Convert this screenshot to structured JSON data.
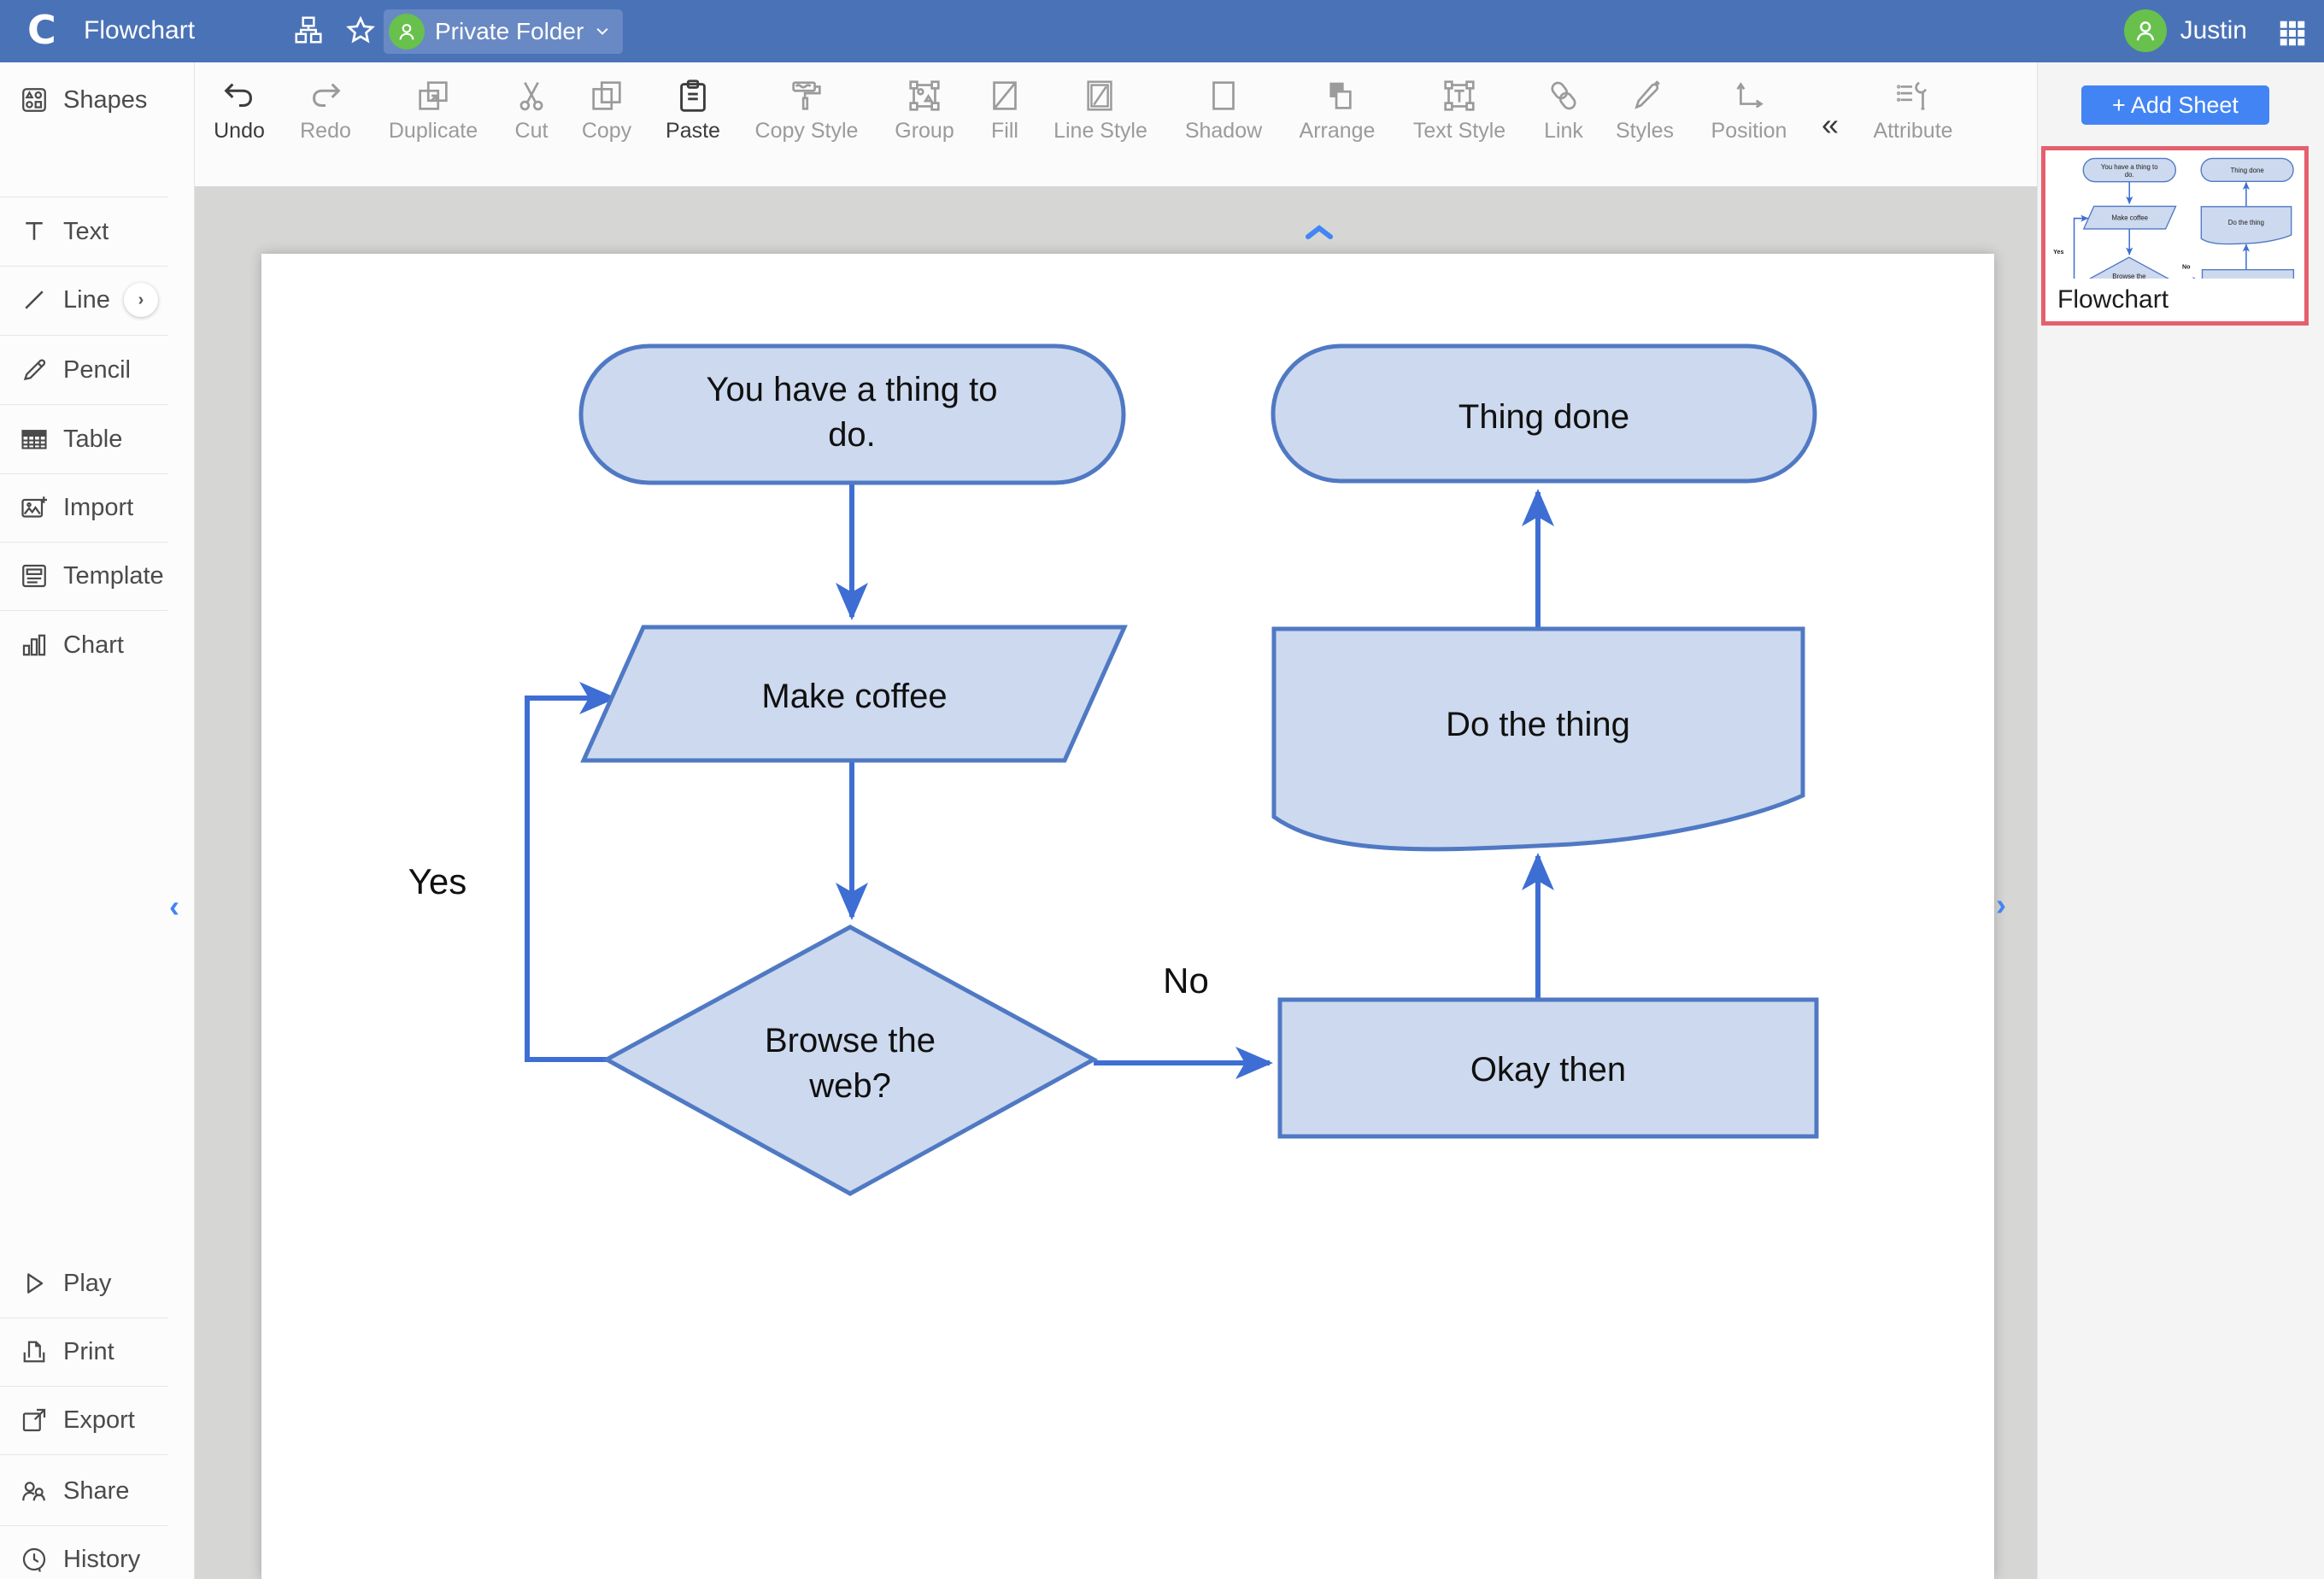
{
  "topbar": {
    "logo_letter": "C",
    "title": "Flowchart",
    "folder_button": "Private Folder",
    "user_name": "Justin"
  },
  "toolbar": {
    "items": [
      {
        "label": "Undo",
        "enabled": true
      },
      {
        "label": "Redo",
        "enabled": false
      },
      {
        "label": "Duplicate",
        "enabled": false
      },
      {
        "label": "Cut",
        "enabled": false
      },
      {
        "label": "Copy",
        "enabled": false
      },
      {
        "label": "Paste",
        "enabled": true
      },
      {
        "label": "Copy Style",
        "enabled": false
      },
      {
        "label": "Group",
        "enabled": false
      },
      {
        "label": "Fill",
        "enabled": false
      },
      {
        "label": "Line Style",
        "enabled": false
      },
      {
        "label": "Shadow",
        "enabled": false
      },
      {
        "label": "Arrange",
        "enabled": false
      },
      {
        "label": "Text Style",
        "enabled": false
      },
      {
        "label": "Link",
        "enabled": false
      },
      {
        "label": "Styles",
        "enabled": false
      },
      {
        "label": "Position",
        "enabled": false
      },
      {
        "label": "Attribute",
        "enabled": false
      }
    ],
    "collapse_glyph": "«"
  },
  "sidebar": {
    "top_items": [
      {
        "label": "Shapes"
      },
      {
        "label": "Text"
      },
      {
        "label": "Line"
      },
      {
        "label": "Pencil"
      },
      {
        "label": "Table"
      },
      {
        "label": "Import"
      },
      {
        "label": "Template"
      },
      {
        "label": "Chart"
      }
    ],
    "bottom_items": [
      {
        "label": "Play"
      },
      {
        "label": "Print"
      },
      {
        "label": "Export"
      },
      {
        "label": "Share"
      },
      {
        "label": "History"
      }
    ],
    "line_expander_glyph": "›"
  },
  "panel_toggles": {
    "left": "‹",
    "right": "›"
  },
  "right_panel": {
    "add_sheet_label": "+ Add Sheet",
    "sheet_thumb_label": "Flowchart"
  },
  "flowchart": {
    "nodes": {
      "start": {
        "label": "You have a thing to do.",
        "line1": "You have a thing to",
        "line2": "do."
      },
      "done": {
        "label": "Thing done"
      },
      "coffee": {
        "label": "Make coffee"
      },
      "do_thing": {
        "label": "Do the thing"
      },
      "decision": {
        "label": "Browse the web?",
        "line1": "Browse the",
        "line2": "web?"
      },
      "okay": {
        "label": "Okay then"
      }
    },
    "edge_labels": {
      "yes": "Yes",
      "no": "No"
    },
    "colors": {
      "shape_fill": "#cdd9ee",
      "shape_stroke": "#5079c4",
      "connector": "#3e6ed3",
      "topbar": "#4a72b7",
      "accent_blue": "#4285f4",
      "thumb_border": "#e5606e",
      "avatar_green": "#67c14c"
    }
  }
}
